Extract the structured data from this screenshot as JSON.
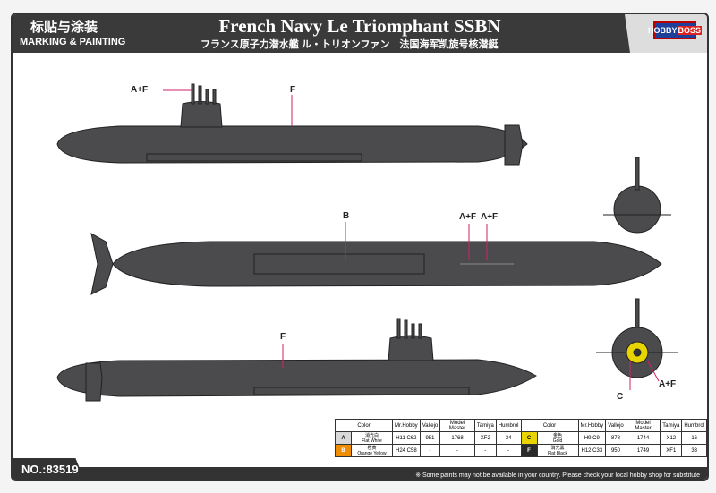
{
  "header": {
    "cn_title": "标贴与涂装",
    "section": "MARKING & PAINTING",
    "title": "French Navy Le Triomphant SSBN",
    "subtitle": "フランス原子力潜水艦 ル・トリオンファン　法国海军凯旋号核潜艇",
    "logo": {
      "a": "HOBBY",
      "b": "BOSS"
    }
  },
  "labels": {
    "top_af": "A+F",
    "top_f": "F",
    "mid_b": "B",
    "mid_af1": "A+F",
    "mid_af2": "A+F",
    "bot_f": "F",
    "rear_c": "C",
    "rear_af": "A+F"
  },
  "table": {
    "headers": [
      "Color",
      "Mr.Hobby",
      "Vallejo",
      "Model Master",
      "Tamiya",
      "Humbrol"
    ],
    "rows": [
      {
        "code": "A",
        "swatch": "#d8d8d8",
        "cn": "消光白",
        "en": "Flat White",
        "mrhobby": "H11 C62",
        "vallejo": "951",
        "mm": "1768",
        "tamiya": "XF2",
        "humbrol": "34"
      },
      {
        "code": "C",
        "swatch": "#e8d400",
        "cn": "金色",
        "en": "Gold",
        "mrhobby": "H9 C9",
        "vallejo": "878",
        "mm": "1744",
        "tamiya": "X12",
        "humbrol": "16"
      },
      {
        "code": "B",
        "swatch": "#f08c00",
        "cn": "橙黄",
        "en": "Orange Yellow",
        "mrhobby": "H24 C58",
        "vallejo": "-",
        "mm": "-",
        "tamiya": "-",
        "humbrol": "-"
      },
      {
        "code": "F",
        "swatch": "#2a2a2a",
        "cn": "消光黑",
        "en": "Flat Black",
        "mrhobby": "H12 C33",
        "vallejo": "950",
        "mm": "1749",
        "tamiya": "XF1",
        "humbrol": "33"
      }
    ]
  },
  "footer": {
    "number": "NO.:83519",
    "note": "※ Some paints may not be available in your country. Please check your local hobby shop for substitute"
  }
}
